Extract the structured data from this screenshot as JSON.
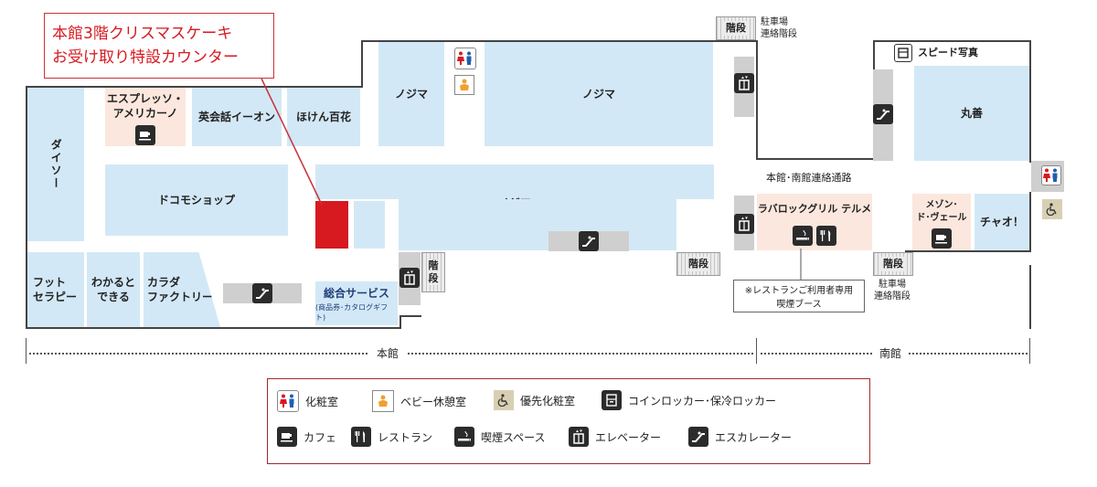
{
  "callout": {
    "line1": "本館3階クリスマスケーキ",
    "line2": "お受け取り特設カウンター"
  },
  "stores": {
    "daiso": "ダイソー",
    "espresso_line1": "エスプレッソ・",
    "espresso_line2": "アメリカーノ",
    "aeon": "英会話イーオン",
    "hoken": "ほけん百花",
    "nojima_a": "ノジマ",
    "nojima_b": "ノジマ",
    "nojima_c": "ノジマ",
    "docomo": "ドコモショップ",
    "foot_line1": "フット",
    "foot_line2": "セラピー",
    "wakaru_line1": "わかると",
    "wakaru_line2": "できる",
    "karada_line1": "カラダ",
    "karada_line2": "ファクトリー",
    "service_name": "総合サービス",
    "service_sub": "(商品券･カタログギフト)",
    "maruzen": "丸善",
    "speed_photo": "スピード写真",
    "rabaroque": "ラバロックグリル テルメ",
    "maison_line1": "メゾン･",
    "maison_line2": "ド･ヴェール",
    "chao": "チャオ！"
  },
  "stairs": {
    "label": "階段",
    "label_top_left": "階段",
    "label_mid_left": "階段",
    "label_mid_right": "階段",
    "label_vertical_1": "階",
    "label_vertical_2": "段"
  },
  "annotations": {
    "parking_top_line1": "駐車場",
    "parking_top_line2": "連絡階段",
    "parking_bottom_line1": "駐車場",
    "parking_bottom_line2": "連絡階段",
    "connection_passage": "本館･南館連絡通路",
    "smoking_note_line1": "※レストランご利用者専用",
    "smoking_note_line2": "喫煙ブース"
  },
  "buildings": {
    "main": "本館",
    "south": "南館"
  },
  "legend": [
    {
      "icon": "restroom-icon",
      "label": "化粧室"
    },
    {
      "icon": "baby-room-icon",
      "label": "ベビー休憩室"
    },
    {
      "icon": "accessible-restroom-icon",
      "label": "優先化粧室"
    },
    {
      "icon": "coin-locker-icon",
      "label": "コインロッカー･保冷ロッカー"
    },
    {
      "icon": "cafe-icon",
      "label": "カフェ"
    },
    {
      "icon": "restaurant-icon",
      "label": "レストラン"
    },
    {
      "icon": "smoking-icon",
      "label": "喫煙スペース"
    },
    {
      "icon": "elevator-icon",
      "label": "エレベーター"
    },
    {
      "icon": "escalator-icon",
      "label": "エスカレーター"
    }
  ],
  "colors": {
    "store_blue": "#d3e8f6",
    "food_peach": "#fbe7dd",
    "highlight_red": "#d71920",
    "callout_border": "#c8323a",
    "legend_border": "#9b2a30",
    "accessible_tan": "#d8cfb3"
  }
}
